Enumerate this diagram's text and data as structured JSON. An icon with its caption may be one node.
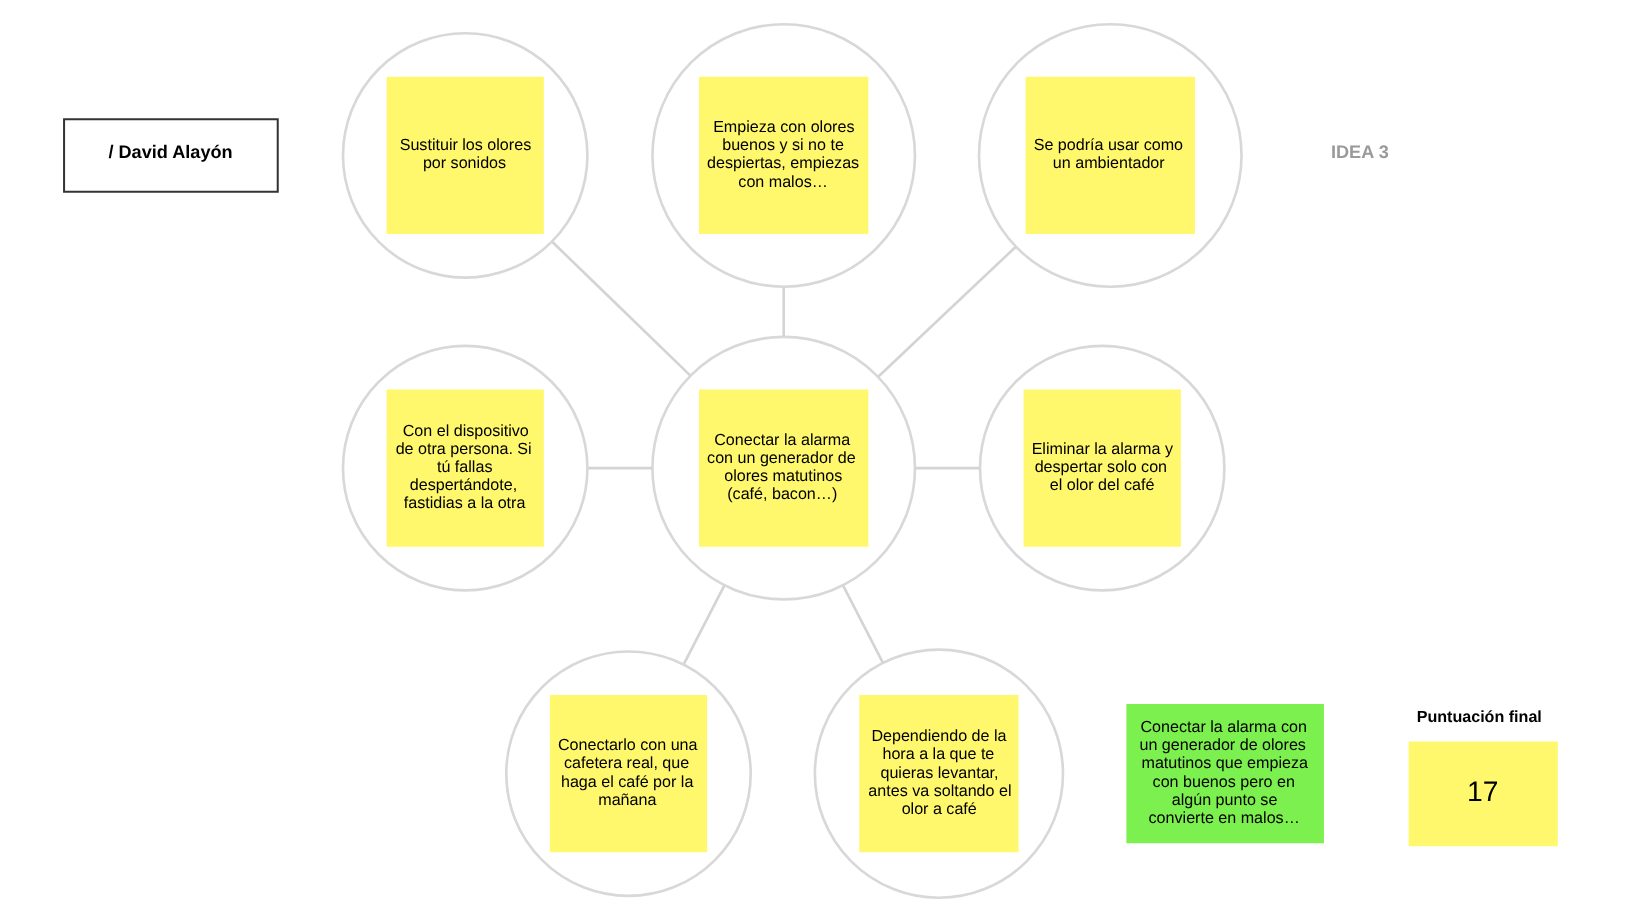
{
  "diagram": {
    "nodes": [
      {
        "text": [
          "Sustituir los olores por sonidos"
        ]
      },
      {
        "text": [
          "Empieza con olores buenos y si no te despiertas, empiezas con malos…"
        ]
      },
      {
        "text": [
          "Se podría usar como un ambientador"
        ]
      },
      {
        "text": [
          "Con el dispositivo de otra persona. Si tú fallas despertándote, fastidias a la otra"
        ]
      },
      {
        "text": [
          "Conectar la alarma con un generador de olores matutinos (café, bacon…)"
        ]
      },
      {
        "text": [
          "Eliminar la alarma y despertar solo con el olor del café"
        ]
      },
      {
        "text": [
          "Conectar la alarma con un generador de olores matutinos que empieza con buenos pero en algún punto se convierte en malos…"
        ]
      },
      {
        "text": [
          "Conectarlo con una cafetera real, que haga el café por la mañana"
        ]
      },
      {
        "text": [
          "Dependiendo de la hora a la que te quieras levantar, antes va soltando el olor a café"
        ]
      },
      {
        "text": [
          "Puntuación final",
          "17"
        ]
      }
    ],
    "edges": [
      {
        "from": 4,
        "to": 0,
        "arrow": "none"
      },
      {
        "from": 4,
        "to": 1,
        "arrow": "none"
      },
      {
        "from": 4,
        "to": 2,
        "arrow": "none"
      },
      {
        "from": 4,
        "to": 3,
        "arrow": "none"
      },
      {
        "from": 4,
        "to": 5,
        "arrow": "none"
      },
      {
        "from": 4,
        "to": 7,
        "arrow": "none"
      },
      {
        "from": 4,
        "to": 8,
        "arrow": "none"
      }
    ],
    "labels": [
      "/ David Alayón",
      "IDEA 3"
    ]
  }
}
